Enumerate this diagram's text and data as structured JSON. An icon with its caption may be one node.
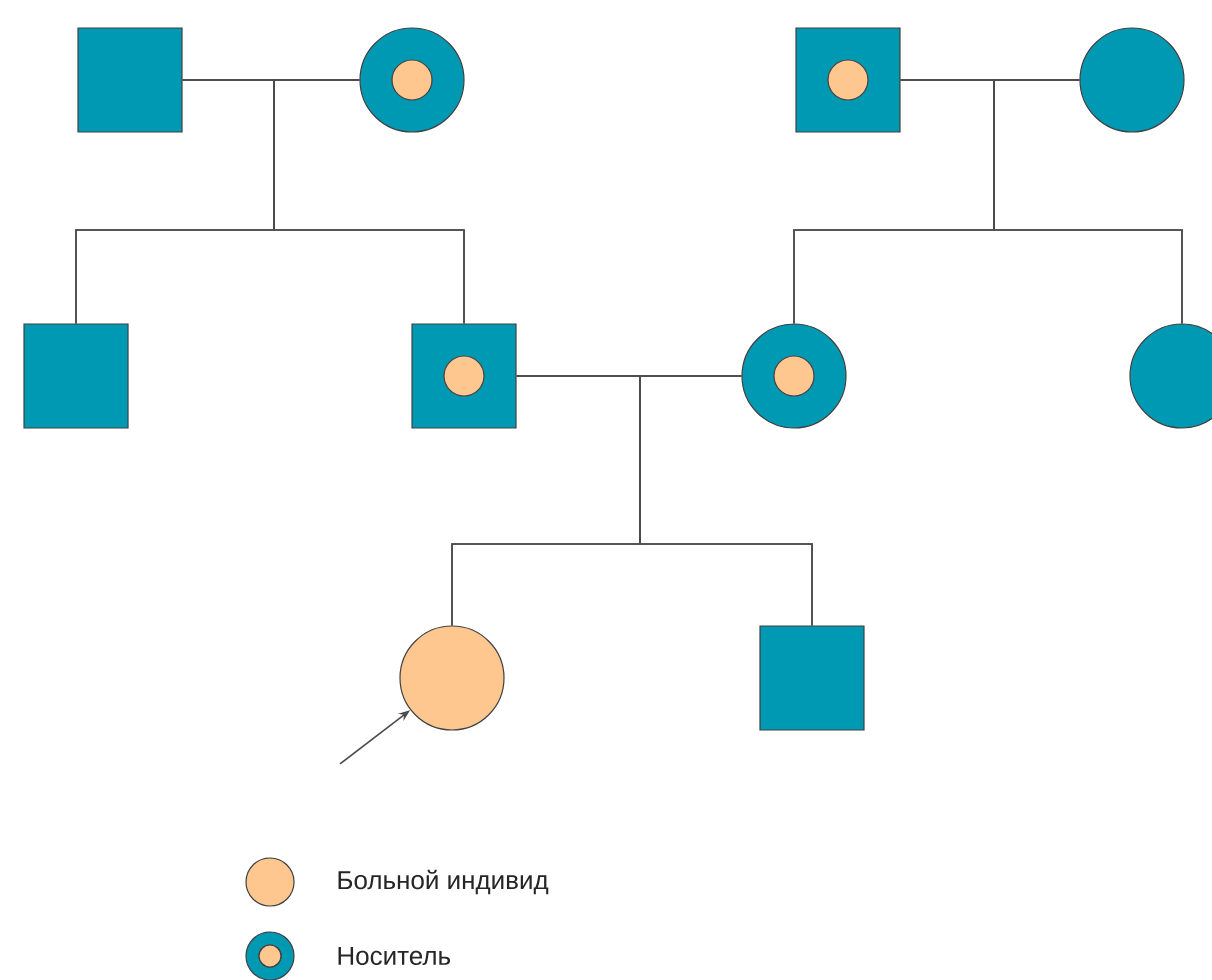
{
  "diagram": {
    "nodes": [
      {
        "text": [],
        "shape": "box"
      },
      {
        "text": [],
        "shape": "circle"
      },
      {
        "text": [],
        "shape": "circle",
        "in": 1
      },
      {
        "text": [],
        "shape": "box"
      },
      {
        "text": [],
        "shape": "circle",
        "in": 3
      },
      {
        "text": [],
        "shape": "circle"
      },
      {
        "text": [],
        "shape": "box"
      },
      {
        "text": [],
        "shape": "box"
      },
      {
        "text": [],
        "shape": "circle",
        "in": 7
      },
      {
        "text": [],
        "shape": "circle"
      },
      {
        "text": [],
        "shape": "circle",
        "in": 9
      },
      {
        "text": [],
        "shape": "circle"
      },
      {
        "text": [],
        "shape": "circle"
      },
      {
        "text": [],
        "shape": "box"
      }
    ],
    "edges": [
      {
        "from": 0,
        "to": 1,
        "arrow": "none"
      },
      {
        "from": 0,
        "to": 6,
        "arrow": "none"
      },
      {
        "from": 0,
        "to": 7,
        "arrow": "none"
      },
      {
        "from": 1,
        "to": 6,
        "arrow": "none"
      },
      {
        "from": 1,
        "to": 7,
        "arrow": "none"
      },
      {
        "from": 3,
        "to": 5,
        "arrow": "none"
      },
      {
        "from": 3,
        "to": 9,
        "arrow": "none"
      },
      {
        "from": 3,
        "to": 11,
        "arrow": "none"
      },
      {
        "from": 5,
        "to": 9,
        "arrow": "none"
      },
      {
        "from": 5,
        "to": 11,
        "arrow": "none"
      },
      {
        "from": 7,
        "to": 9,
        "arrow": "none"
      },
      {
        "from": 7,
        "to": 12,
        "arrow": "none"
      },
      {
        "from": 7,
        "to": 13,
        "arrow": "none"
      },
      {
        "from": 9,
        "to": 12,
        "arrow": "none"
      },
      {
        "from": 9,
        "to": 13,
        "arrow": "none"
      },
      {
        "from": null,
        "to": 12,
        "arrow": "to"
      }
    ],
    "legend": [
      {
        "text": "Больной индивид",
        "color": "#fdc78f"
      },
      {
        "text": "Носитель"
      }
    ]
  }
}
